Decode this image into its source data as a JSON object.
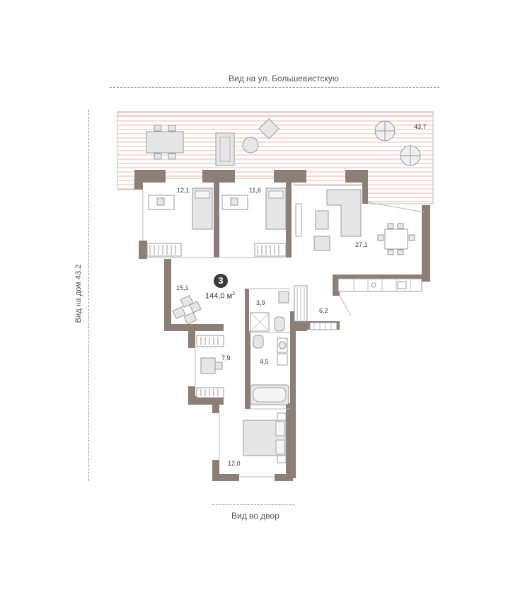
{
  "views": {
    "top": "Вид на ул. Большевистскую",
    "bottom": "Вид во двор",
    "left": "Вид на дом 43.2"
  },
  "apartment": {
    "rooms_count": "3",
    "total_area": "144,0",
    "unit": "м",
    "unit_sup": "2"
  },
  "rooms": {
    "terrace": "43,7",
    "bedroom_1": "12,1",
    "bedroom_2": "11,6",
    "living": "27,1",
    "hall": "15,1",
    "bath_1": "3,9",
    "storage": "6,2",
    "study": "7,9",
    "bath_2": "4,5",
    "master_bedroom": "12,0"
  },
  "colors": {
    "wall": "#8c7f77",
    "furniture_stroke": "#9a9a9a",
    "furniture_fill": "#e6e6e6",
    "terrace_lines": "#e8a79a",
    "badge": "#3a3a3a"
  }
}
